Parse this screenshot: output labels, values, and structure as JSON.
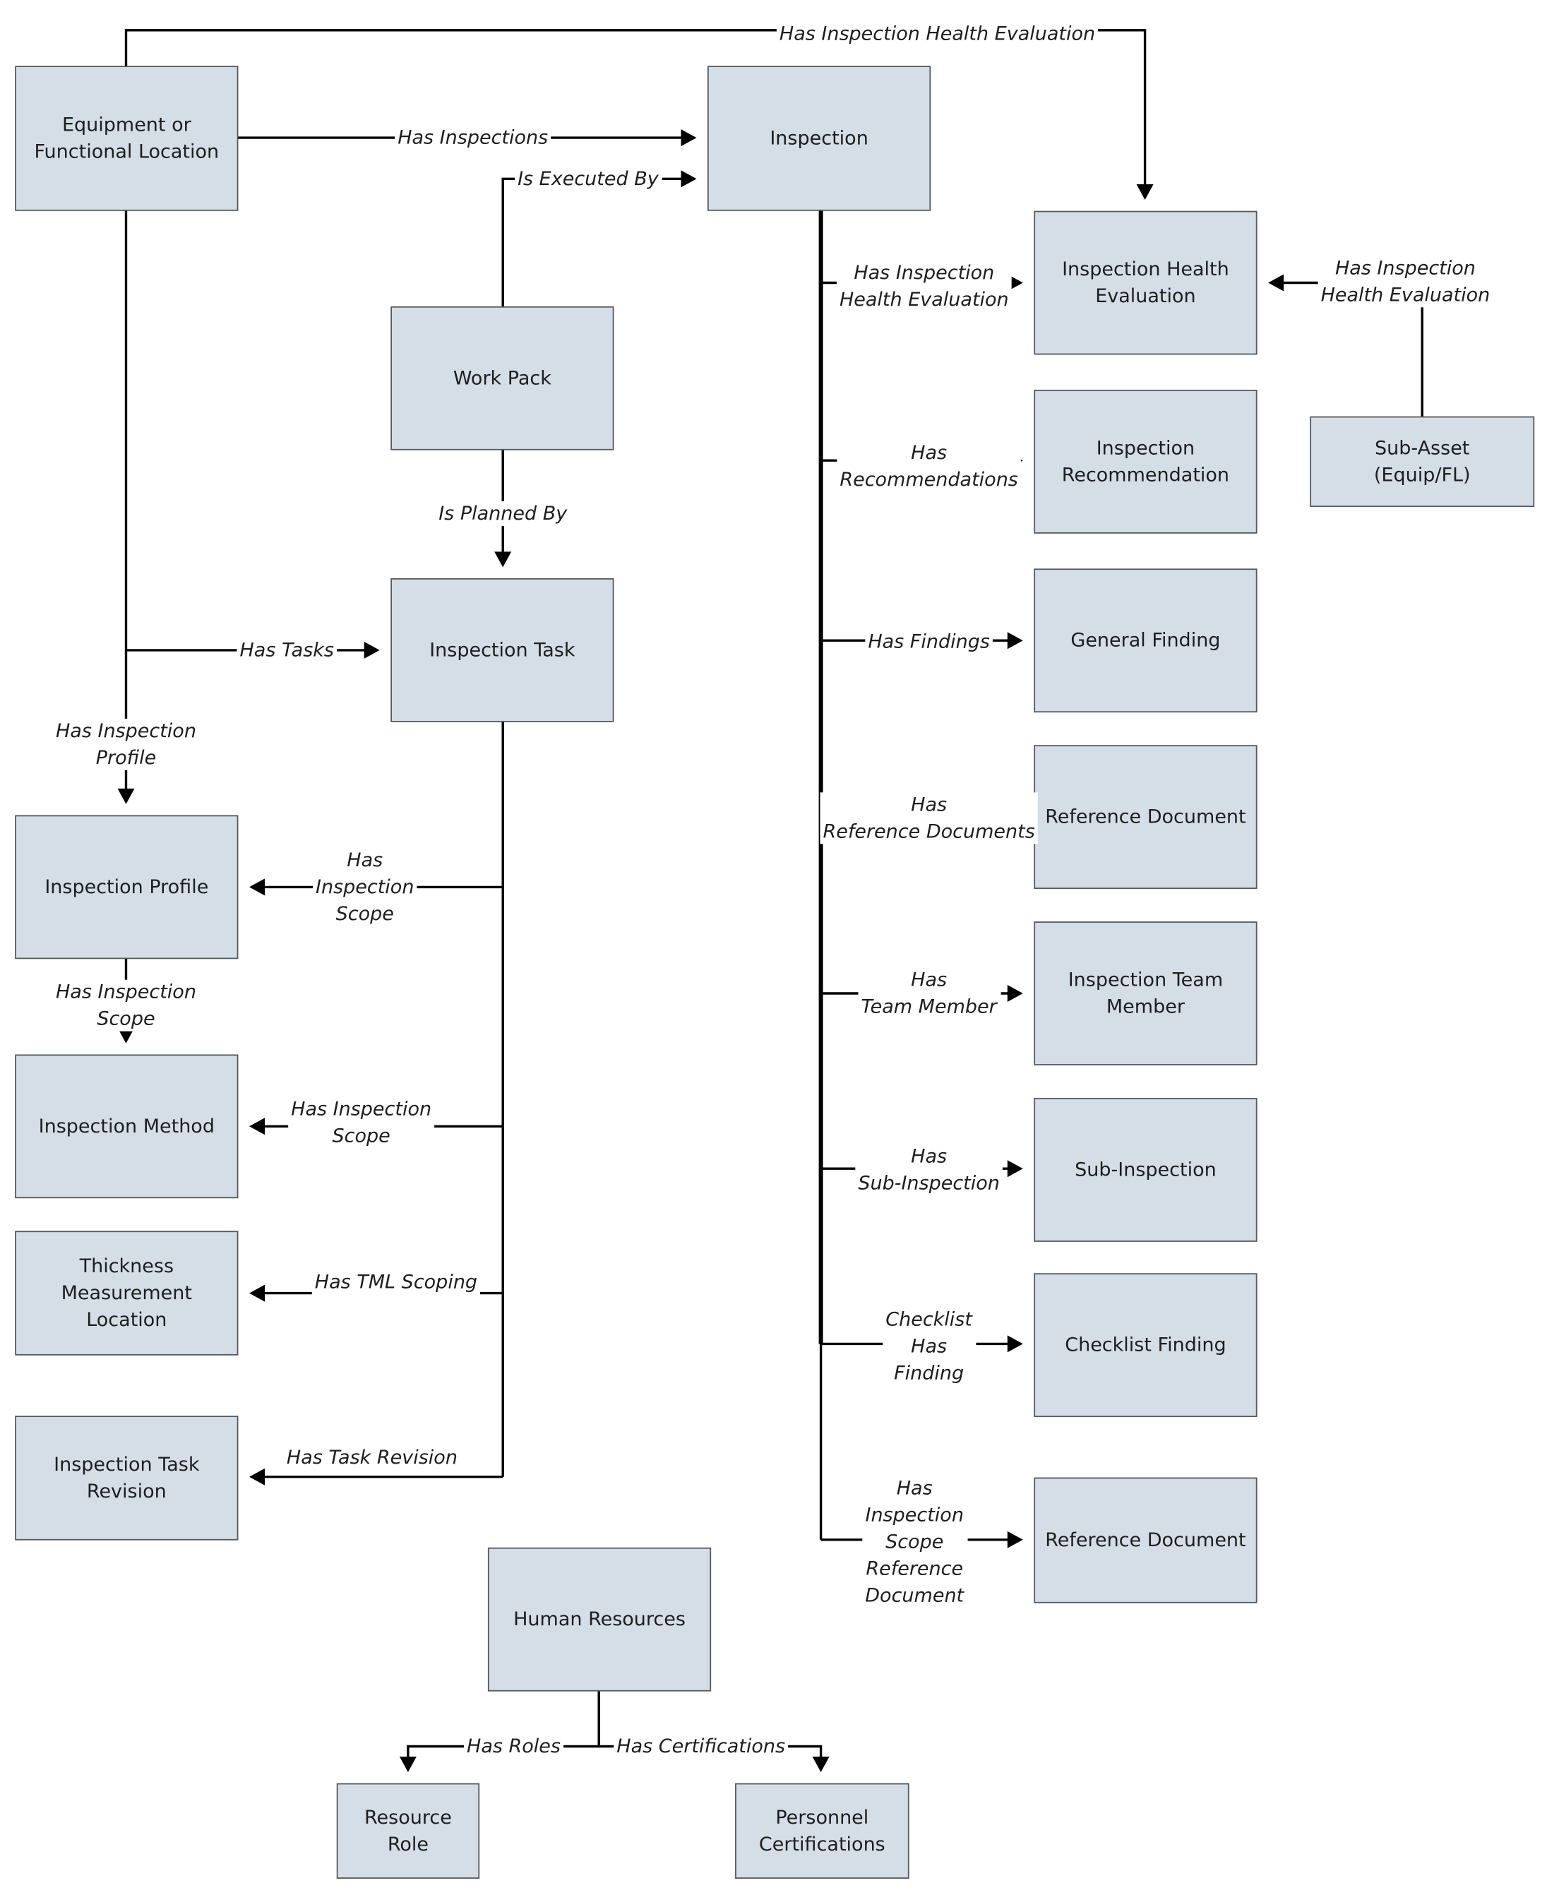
{
  "nodes": {
    "equipment": [
      "Equipment or",
      "Functional Location"
    ],
    "inspection": [
      "Inspection"
    ],
    "health_eval": [
      "Inspection Health",
      "Evaluation"
    ],
    "work_pack": [
      "Work Pack"
    ],
    "recommendation": [
      "Inspection",
      "Recommendation"
    ],
    "sub_asset": [
      "Sub-Asset",
      "(Equip/FL)"
    ],
    "general_finding": [
      "General Finding"
    ],
    "inspection_task": [
      "Inspection Task"
    ],
    "reference_document_1": [
      "Reference Document"
    ],
    "inspection_profile": [
      "Inspection Profile"
    ],
    "team_member": [
      "Inspection Team",
      "Member"
    ],
    "inspection_method": [
      "Inspection Method"
    ],
    "sub_inspection": [
      "Sub-Inspection"
    ],
    "tml": [
      "Thickness",
      "Measurement",
      "Location"
    ],
    "checklist_finding": [
      "Checklist Finding"
    ],
    "task_revision": [
      "Inspection Task",
      "Revision"
    ],
    "reference_document_2": [
      "Reference Document"
    ],
    "human_resources": [
      "Human Resources"
    ],
    "resource_role": [
      "Resource",
      "Role"
    ],
    "personnel_certifications": [
      "Personnel",
      "Certifications"
    ]
  },
  "edges": {
    "top_health_eval": [
      "Has Inspection Health Evaluation"
    ],
    "has_inspections": [
      "Has Inspections"
    ],
    "is_executed_by": [
      "Is Executed By"
    ],
    "insp_health_eval": [
      "Has Inspection",
      "Health Evaluation"
    ],
    "sub_asset_health_eval": [
      "Has Inspection",
      "Health Evaluation"
    ],
    "has_recommendations": [
      "Has",
      "Recommendations"
    ],
    "is_planned_by": [
      "Is Planned By"
    ],
    "has_findings": [
      "Has Findings"
    ],
    "has_tasks": [
      "Has Tasks"
    ],
    "has_inspection_profile": [
      "Has Inspection",
      "Profile"
    ],
    "has_reference_documents": [
      "Has",
      "Reference Documents"
    ],
    "task_scope_profile": [
      "Has",
      "Inspection",
      "Scope"
    ],
    "profile_scope_method": [
      "Has Inspection",
      "Scope"
    ],
    "has_team_member": [
      "Has",
      "Team Member"
    ],
    "task_scope_method": [
      "Has Inspection",
      "Scope"
    ],
    "has_sub_inspection": [
      "Has",
      "Sub-Inspection"
    ],
    "has_tml_scoping": [
      "Has TML Scoping"
    ],
    "checklist_has_finding": [
      "Checklist",
      "Has",
      "Finding"
    ],
    "has_task_revision": [
      "Has Task Revision"
    ],
    "has_scope_ref_doc": [
      "Has",
      "Inspection",
      "Scope",
      "Reference",
      "Document"
    ],
    "has_roles": [
      "Has Roles"
    ],
    "has_certifications": [
      "Has Certifications"
    ]
  }
}
